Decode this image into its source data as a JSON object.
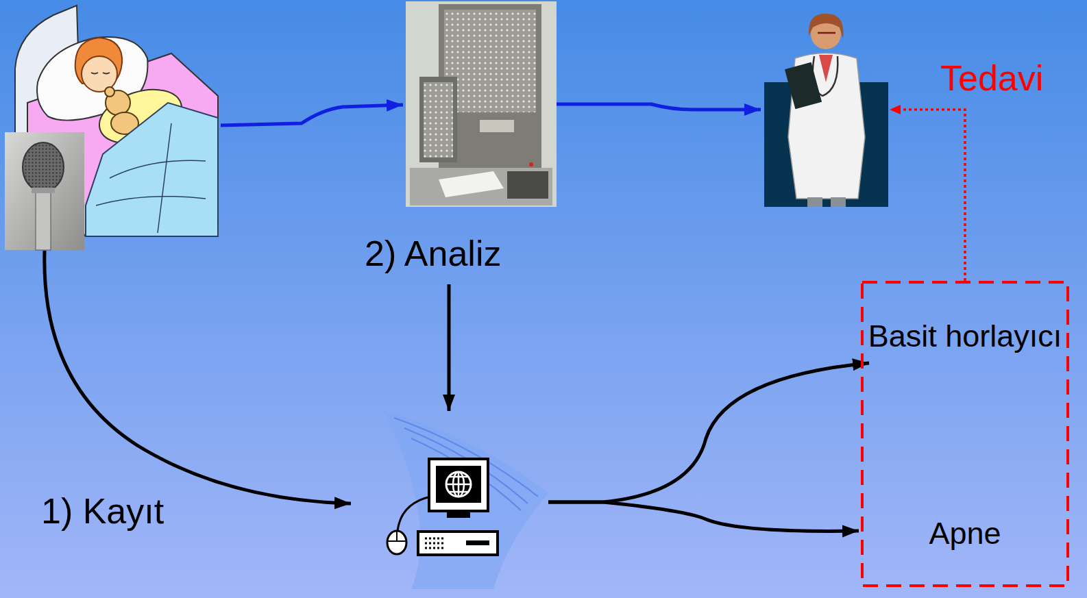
{
  "diagram": {
    "nodes": [
      {
        "text": [
          "Basit horlayıcı"
        ]
      },
      {
        "text": [
          "Apne"
        ]
      }
    ],
    "labels": [
      "Tedavi",
      "2) Analiz",
      "1) Kayıt"
    ]
  }
}
